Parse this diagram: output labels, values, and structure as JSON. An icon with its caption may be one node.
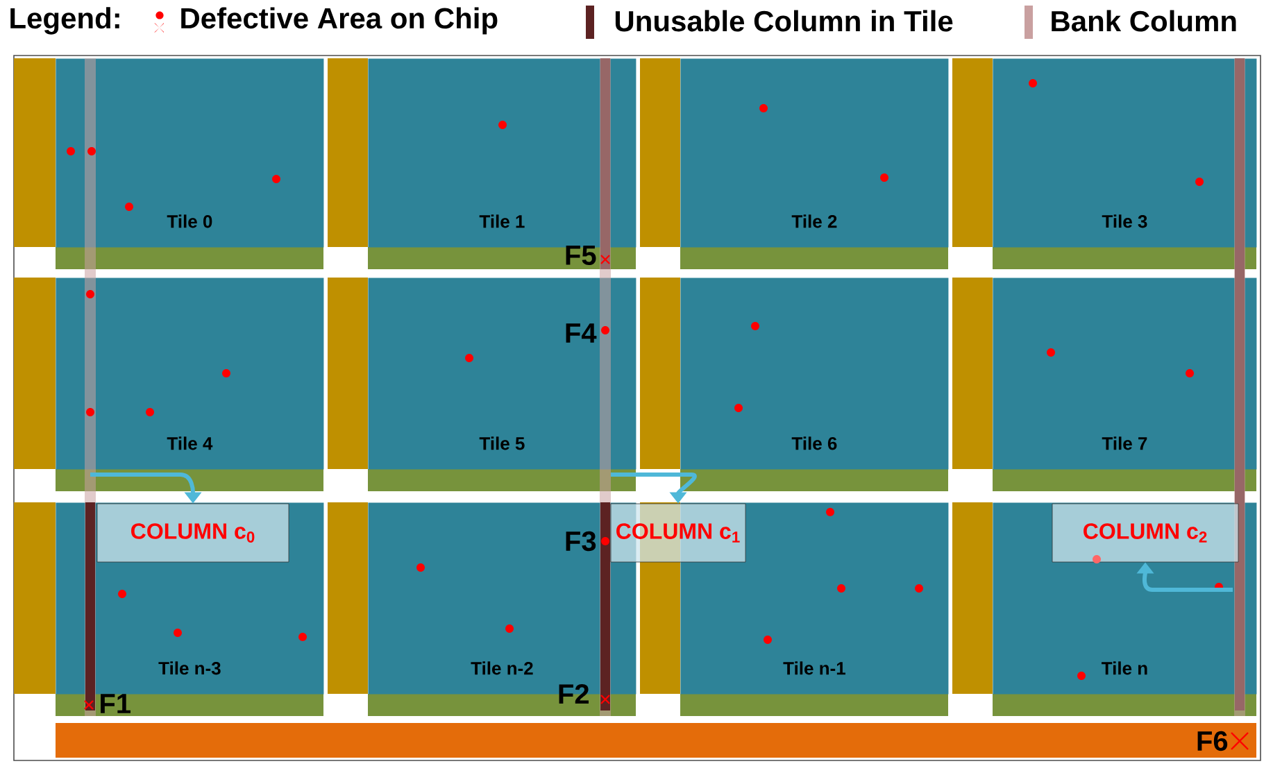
{
  "diagram": {
    "nodes": [
      {
        "text": [
          "Tile 0"
        ]
      },
      {
        "text": [
          "Tile 1"
        ]
      },
      {
        "text": [
          "Tile 2"
        ]
      },
      {
        "text": [
          "Tile 3"
        ]
      },
      {
        "text": [
          "Tile 4"
        ]
      },
      {
        "text": [
          "Tile 5"
        ]
      },
      {
        "text": [
          "Tile 6"
        ]
      },
      {
        "text": [
          "Tile 7"
        ]
      },
      {
        "text": [
          "Tile n-3"
        ]
      },
      {
        "text": [
          "Tile n-2"
        ]
      },
      {
        "text": [
          "Tile n-1"
        ]
      },
      {
        "text": [
          "Tile n"
        ]
      },
      {
        "text": [
          "COLUMN c$_{0}$"
        ],
        "in": 8
      },
      {
        "text": [
          "COLUMN c$_{1}$"
        ]
      },
      {
        "text": [
          "COLUMN c$_{2}$"
        ],
        "in": 11
      }
    ],
    "edges": [
      {
        "from": 4,
        "to": 12,
        "arrow": "to"
      },
      {
        "from": 5,
        "to": 13,
        "arrow": "to"
      },
      {
        "from": 11,
        "to": 14,
        "arrow": "to"
      }
    ],
    "labels": [
      "Legend:",
      "F5",
      "F4",
      "F3",
      "F1",
      "F2",
      "F6"
    ],
    "legend": [
      {
        "text": "Defective Area on Chip"
      },
      {
        "text": "Unusable Column in Tile",
        "color": "#5c2222"
      },
      {
        "text": "Bank Column",
        "color": "#c9a0a0"
      }
    ]
  }
}
